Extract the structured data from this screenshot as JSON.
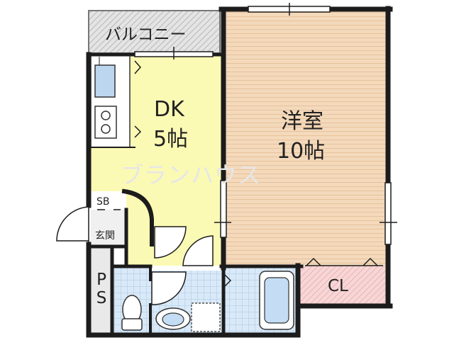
{
  "rooms": {
    "balcony": "バルコニー",
    "dk_name": "DK",
    "dk_size": "5帖",
    "western_name": "洋室",
    "western_size": "10帖",
    "sb": "SB",
    "entrance": "玄関",
    "ps": "PS",
    "cl": "CL"
  },
  "watermark": "ブランハウス",
  "colors": {
    "dk_floor": "#fbfab4",
    "western_floor": "#f4d9bb",
    "wall": "#1c1c1c",
    "bath_tile": "#cfe3f5",
    "closet": "#f5d3d3",
    "balcony": "#e0e0e0"
  }
}
